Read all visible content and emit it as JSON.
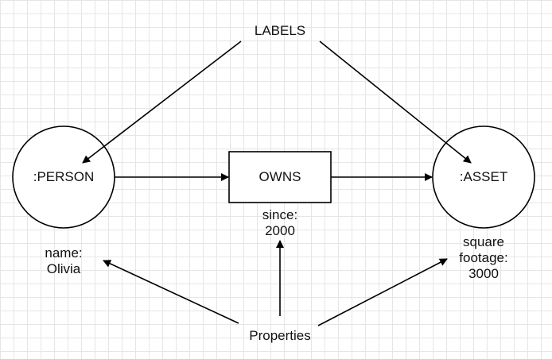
{
  "diagram": {
    "header_label": "LABELS",
    "footer_label": "Properties",
    "nodes": {
      "person": ":PERSON",
      "asset": ":ASSET"
    },
    "relationship": "OWNS",
    "properties": {
      "person": [
        "name:",
        "Olivia"
      ],
      "relationship": [
        "since:",
        "2000"
      ],
      "asset": [
        "square",
        "footage:",
        "3000"
      ]
    },
    "colors": {
      "stroke": "#000000",
      "grid": "#e6e6e6",
      "background": "#ffffff"
    }
  }
}
